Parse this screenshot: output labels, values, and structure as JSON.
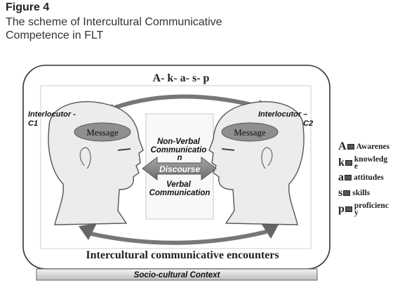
{
  "figure": {
    "label": "Figure 4",
    "title_line1": "The scheme of Intercultural Communicative",
    "title_line2": "Competence in FLT"
  },
  "diagram": {
    "top_label": "A- k- a- s- p",
    "interlocutor_left": "Interlocutor -\nC1",
    "interlocutor_right": "Interlocutor –\nC2",
    "message_left": "Message",
    "message_right": "Message",
    "non_verbal": "Non-Verbal\nCommunicatio\nn",
    "discourse": "Discourse",
    "verbal": "Verbal\nCommunication",
    "bottom_label": "Intercultural  communicative encounters",
    "context_label": "Socio-cultural Context"
  },
  "legend": [
    {
      "letter": "A",
      "word": "Awarenes"
    },
    {
      "letter": "k",
      "word": "knowledg\ne"
    },
    {
      "letter": "a",
      "word": "attitudes"
    },
    {
      "letter": "s",
      "word": "skills"
    },
    {
      "letter": "p",
      "word": "proficienc\ny"
    }
  ],
  "colors": {
    "ellipse_fill": "#8f8f8f",
    "arrow_fill": "#7a7a7a",
    "context_bar": "#d4d4d4"
  }
}
